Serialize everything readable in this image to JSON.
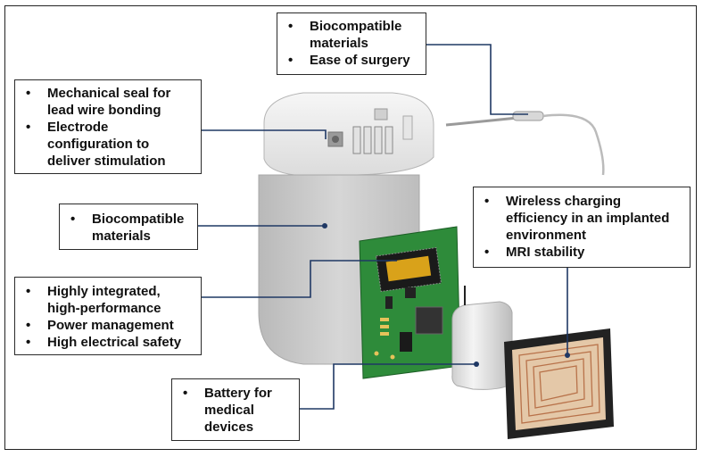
{
  "callouts": {
    "lead": [
      "Biocompatible materials",
      "Ease of surgery"
    ],
    "header": [
      "Mechanical seal for lead wire bonding",
      "Electrode configuration to deliver stimulation"
    ],
    "case": [
      "Biocompatible materials"
    ],
    "circuit": [
      "Highly integrated, high-performance",
      "Power management",
      "High electrical safety"
    ],
    "coil": [
      "Wireless charging efficiency in an implanted environment",
      "MRI stability"
    ],
    "battery": [
      "Battery for medical devices"
    ]
  },
  "colors": {
    "leader_line": "#1f3864",
    "border": "#2a2a2a",
    "pcb_green": "#2e8b3a",
    "case_gray": "#c9c9c9",
    "chip_gold": "#d9a21a",
    "coil_copper": "#b8724a"
  }
}
